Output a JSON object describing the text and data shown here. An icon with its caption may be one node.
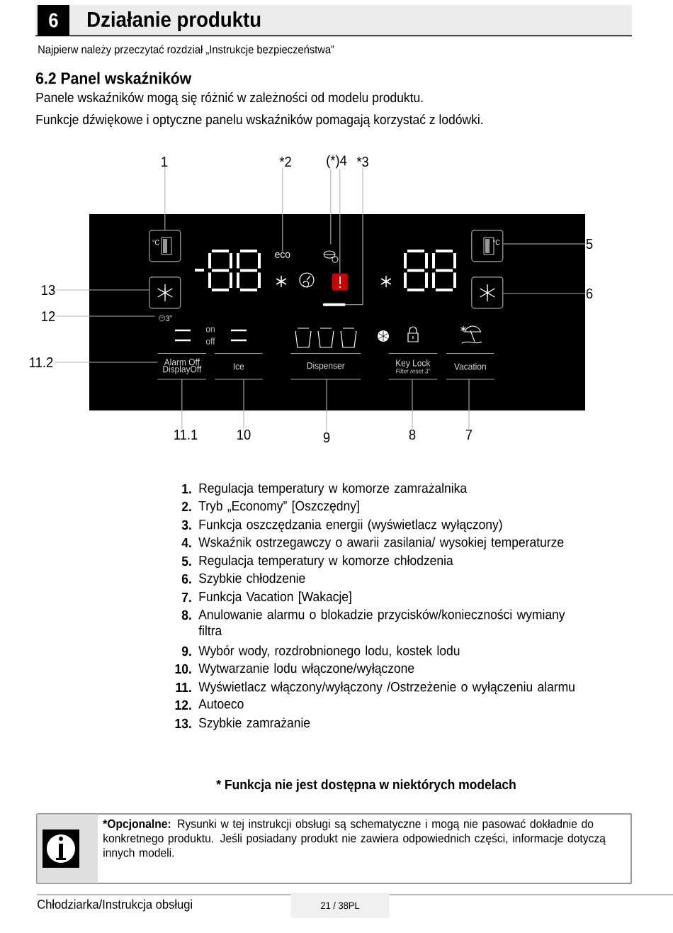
{
  "diagram": {
    "title": "Działanie produktu",
    "nodes": [
      {
        "text": [],
        "shape": "box"
      },
      {
        "text": [
          "1"
        ]
      },
      {
        "text": [
          "*2"
        ]
      },
      {
        "text": [
          "(*)4"
        ]
      },
      {
        "text": [
          "*3"
        ]
      },
      {
        "text": [
          "5"
        ]
      },
      {
        "text": [
          "13"
        ]
      },
      {
        "text": [
          "6"
        ]
      },
      {
        "text": [
          "12"
        ]
      },
      {
        "text": [
          "11.2"
        ]
      },
      {
        "text": [
          "11.1"
        ]
      },
      {
        "text": [
          "10"
        ]
      },
      {
        "text": [
          "9"
        ]
      },
      {
        "text": [
          "8"
        ]
      },
      {
        "text": [
          "7"
        ]
      },
      {
        "text": [
          "°C"
        ],
        "in": 0
      },
      {
        "text": [
          "eco"
        ],
        "in": 0
      },
      {
        "text": [],
        "shape": "icon",
        "in": 0
      },
      {
        "text": [],
        "shape": "box",
        "in": 0
      },
      {
        "text": [],
        "shape": "bar",
        "in": 0
      },
      {
        "text": [
          "°C"
        ],
        "in": 0
      },
      {
        "text": [],
        "shape": "box",
        "in": 0
      },
      {
        "text": [],
        "shape": "box",
        "in": 0
      },
      {
        "text": [
          "3”"
        ],
        "in": 0
      },
      {
        "text": [
          "Alarm Off",
          "DisplayOff"
        ],
        "in": 0
      },
      {
        "text": [
          "Ice"
        ],
        "in": 0
      },
      {
        "text": [
          "Dispenser"
        ],
        "in": 0
      },
      {
        "text": [
          "Key Lock",
          "Filter reset 3”"
        ],
        "in": 0
      },
      {
        "text": [
          "Vacation"
        ],
        "in": 0
      }
    ],
    "edges": [
      {
        "from": 1,
        "to": 15,
        "arrow": "none"
      },
      {
        "from": 2,
        "to": 16,
        "arrow": "none"
      },
      {
        "from": 3,
        "to": 17,
        "arrow": "none"
      },
      {
        "from": 3,
        "to": 21,
        "arrow": "none"
      },
      {
        "from": 4,
        "to": 19,
        "arrow": "none"
      },
      {
        "from": 5,
        "to": 20,
        "arrow": "none"
      },
      {
        "from": 6,
        "to": 18,
        "arrow": "none"
      },
      {
        "from": 7,
        "to": 22,
        "arrow": "none"
      },
      {
        "from": 8,
        "to": 23,
        "arrow": "none"
      },
      {
        "from": 9,
        "to": 24,
        "arrow": "none"
      },
      {
        "from": 10,
        "to": 24,
        "arrow": "none"
      },
      {
        "from": 11,
        "to": 25,
        "arrow": "none"
      },
      {
        "from": 12,
        "to": 26,
        "arrow": "none"
      },
      {
        "from": 13,
        "to": 27,
        "arrow": "none"
      },
      {
        "from": 14,
        "to": 28,
        "arrow": "none"
      }
    ],
    "labels": [
      "6",
      "Najpierw należy przeczytać rozdział „Instrukcje bezpieczeństwa”",
      "6.2 Panel wskaźników",
      "Panele wskaźników mogą się różnić w zależności od modelu produktu.",
      "Funkcje dźwiękowe i optyczne panelu wskaźników pomagają korzystać z lodówki.",
      "on",
      "off",
      "1.",
      "Regulacja temperatury w komorze zamrażalnika",
      "2.",
      "Tryb „Economy” [Oszczędny]",
      "3.",
      "Funkcja oszczędzania energii (wyświetlacz wyłączony)",
      "4.",
      "Wskaźnik ostrzegawczy o awarii zasilania/ wysokiej temperaturze",
      "5.",
      "Regulacja temperatury w komorze chłodzenia",
      "6.",
      "Szybkie chłodzenie",
      "7.",
      "Funkcja Vacation [Wakacje]",
      "8.",
      "Anulowanie alarmu o blokadzie przycisków/konieczności wymiany filtra",
      "9.",
      "Wybór wody, rozdrobnionego lodu, kostek lodu",
      "10.",
      "Wytwarzanie lodu włączone/wyłączone",
      "11.",
      "Wyświetlacz włączony/wyłączony /Ostrzeżenie o wyłączeniu alarmu",
      "12.",
      "Autoeco",
      "13.",
      "Szybkie zamrażanie",
      "* Funkcja nie jest dostępna w niektórych modelach",
      "*Opcjonalne:",
      "Rysunki w tej instrukcji obsługi są schematyczne i mogą nie pasować dokładnie do konkretnego produktu. Jeśli posiadany produkt nie zawiera odpowiednich części, informacje dotyczą innych modeli.",
      "Chłodziarka/Instrukcja obsługi",
      "21 / 38PL"
    ]
  }
}
